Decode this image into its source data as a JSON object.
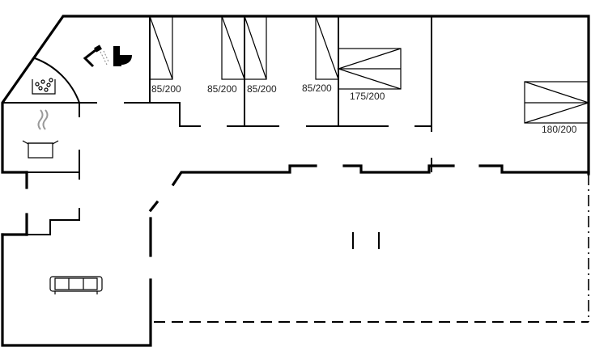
{
  "floorplan": {
    "beds": [
      {
        "label": "85/200",
        "type": "single"
      },
      {
        "label": "85/200",
        "type": "single"
      },
      {
        "label": "85/200",
        "type": "single"
      },
      {
        "label": "85/200",
        "type": "single"
      },
      {
        "label": "175/200",
        "type": "double"
      },
      {
        "label": "180/200",
        "type": "double"
      }
    ],
    "icons": [
      "hot-tub-icon",
      "shower-icon",
      "toilet-icon",
      "cooking-pot-icon",
      "sofa-icon"
    ]
  }
}
